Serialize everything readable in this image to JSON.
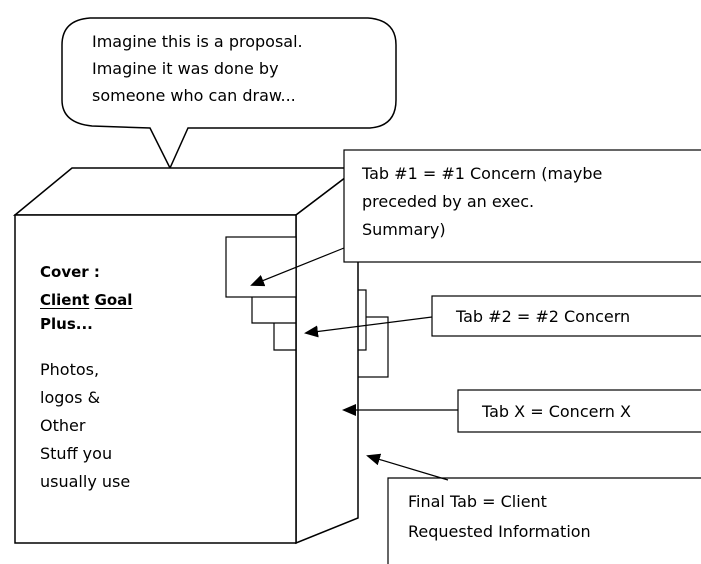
{
  "speech_bubble": {
    "lines": [
      "Imagine this is a proposal.",
      "Imagine it was done by",
      "someone who can draw..."
    ]
  },
  "cover": {
    "heading": "Cover :",
    "client": "Client",
    "goal": "Goal",
    "plus": "Plus...",
    "body_lines": [
      "Photos,",
      "logos &",
      "Other",
      "Stuff you",
      "usually use"
    ]
  },
  "callouts": {
    "tab1": [
      "Tab #1 = #1 Concern (maybe",
      "preceded by an exec.",
      "Summary)"
    ],
    "tab2": "Tab #2 = #2 Concern",
    "tabx": "Tab X = Concern X",
    "final": [
      "Final Tab = Client",
      "Requested Information"
    ]
  }
}
